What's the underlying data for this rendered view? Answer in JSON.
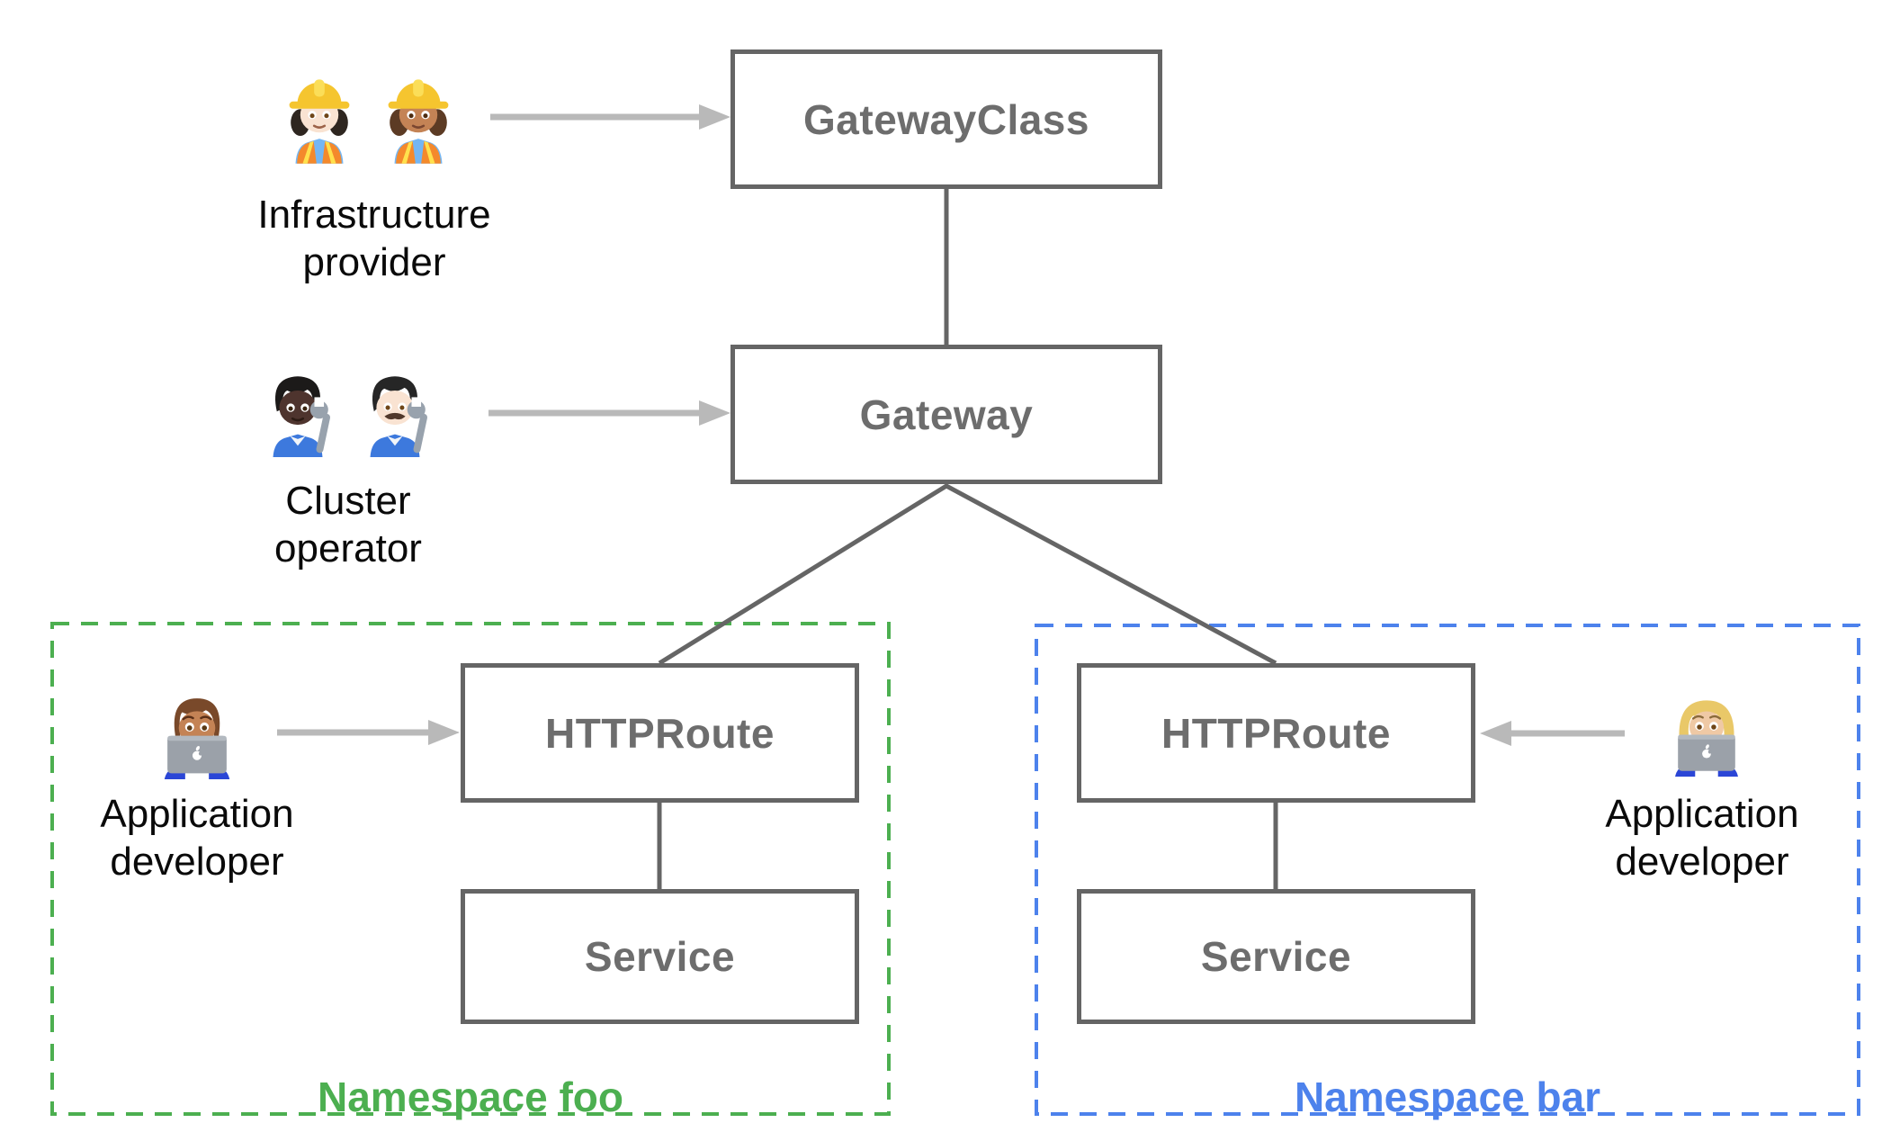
{
  "nodes": {
    "gateway_class": {
      "label": "GatewayClass"
    },
    "gateway": {
      "label": "Gateway"
    },
    "httproute_foo": {
      "label": "HTTPRoute"
    },
    "service_foo": {
      "label": "Service"
    },
    "httproute_bar": {
      "label": "HTTPRoute"
    },
    "service_bar": {
      "label": "Service"
    }
  },
  "actors": {
    "infrastructure_provider": {
      "label_lines": [
        "Infrastructure",
        "provider"
      ],
      "icons": [
        "woman-construction-worker-light-skin",
        "woman-construction-worker-medium-skin"
      ]
    },
    "cluster_operator": {
      "label_lines": [
        "Cluster",
        "operator"
      ],
      "icons": [
        "mechanic-dark-skin",
        "man-mechanic-light-skin"
      ]
    },
    "application_developer_foo": {
      "label_lines": [
        "Application",
        "developer"
      ],
      "icons": [
        "man-technologist-medium-skin"
      ]
    },
    "application_developer_bar": {
      "label_lines": [
        "Application",
        "developer"
      ],
      "icons": [
        "woman-technologist-light-skin"
      ]
    }
  },
  "namespaces": {
    "foo": {
      "label": "Namespace foo",
      "color": "#4caf50"
    },
    "bar": {
      "label": "Namespace bar",
      "color": "#4d82ec"
    }
  },
  "colors": {
    "background": "#ffffff",
    "node_border": "#656565",
    "node_text": "#6d6d6d",
    "connector": "#656565",
    "arrow": "#b9b9b9",
    "actor_label": "#0a0a0a",
    "namespace_foo": "#4caf50",
    "namespace_bar": "#4d82ec"
  }
}
